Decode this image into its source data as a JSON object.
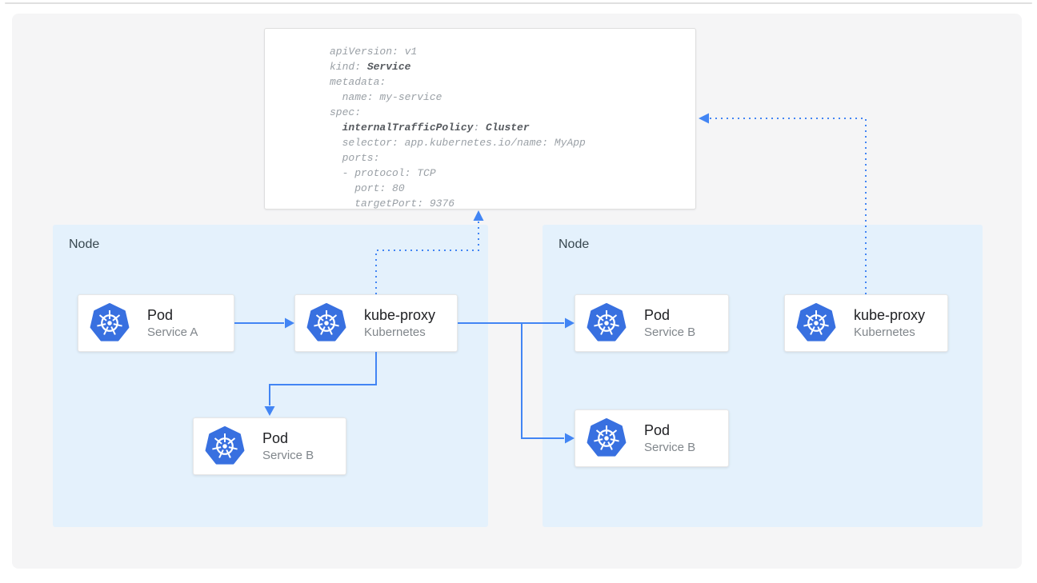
{
  "yaml_card": {
    "lines": [
      [
        {
          "t": "apiVersion: v1",
          "b": false
        }
      ],
      [
        {
          "t": "kind: ",
          "b": false
        },
        {
          "t": "Service",
          "b": true
        }
      ],
      [
        {
          "t": "metadata:",
          "b": false
        }
      ],
      [
        {
          "t": "  name: my-service",
          "b": false
        }
      ],
      [
        {
          "t": "spec:",
          "b": false
        }
      ],
      [
        {
          "t": "  ",
          "b": false
        },
        {
          "t": "internalTrafficPolicy",
          "b": true
        },
        {
          "t": ": ",
          "b": false
        },
        {
          "t": "Cluster",
          "b": true
        }
      ],
      [
        {
          "t": "  selector: app.kubernetes.io/name: MyApp",
          "b": false
        }
      ],
      [
        {
          "t": "  ports:",
          "b": false
        }
      ],
      [
        {
          "t": "  - protocol: TCP",
          "b": false
        }
      ],
      [
        {
          "t": "    port: 80",
          "b": false
        }
      ],
      [
        {
          "t": "    targetPort: 9376",
          "b": false
        }
      ]
    ]
  },
  "nodes": [
    {
      "label": "Node"
    },
    {
      "label": "Node"
    }
  ],
  "cards": [
    {
      "id": "pod-service-a",
      "title": "Pod",
      "subtitle": "Service A"
    },
    {
      "id": "kube-proxy-left",
      "title": "kube-proxy",
      "subtitle": "Kubernetes"
    },
    {
      "id": "pod-service-b-left",
      "title": "Pod",
      "subtitle": "Service B"
    },
    {
      "id": "pod-service-b-right-top",
      "title": "Pod",
      "subtitle": "Service B"
    },
    {
      "id": "kube-proxy-right",
      "title": "kube-proxy",
      "subtitle": "Kubernetes"
    },
    {
      "id": "pod-service-b-right-bottom",
      "title": "Pod",
      "subtitle": "Service B"
    }
  ],
  "icons": {
    "kubernetes": "kubernetes-helm-icon"
  },
  "connections": [
    {
      "from": "pod-service-a",
      "to": "kube-proxy-left",
      "style": "solid"
    },
    {
      "from": "kube-proxy-left",
      "to": "pod-service-b-left",
      "style": "solid"
    },
    {
      "from": "kube-proxy-left",
      "to": "pod-service-b-right-top",
      "style": "solid"
    },
    {
      "from": "kube-proxy-left",
      "to": "pod-service-b-right-bottom",
      "style": "solid"
    },
    {
      "from": "kube-proxy-left",
      "to": "service-yaml",
      "style": "dotted"
    },
    {
      "from": "kube-proxy-right",
      "to": "service-yaml",
      "style": "dotted"
    }
  ],
  "colors": {
    "arrow_blue": "#4285f4",
    "node_bg": "#e4f1fc",
    "kubernetes_blue": "#3870e0",
    "code_text": "#9aa0a6",
    "code_bold": "#55595e",
    "panel_bg": "#f5f5f6"
  }
}
